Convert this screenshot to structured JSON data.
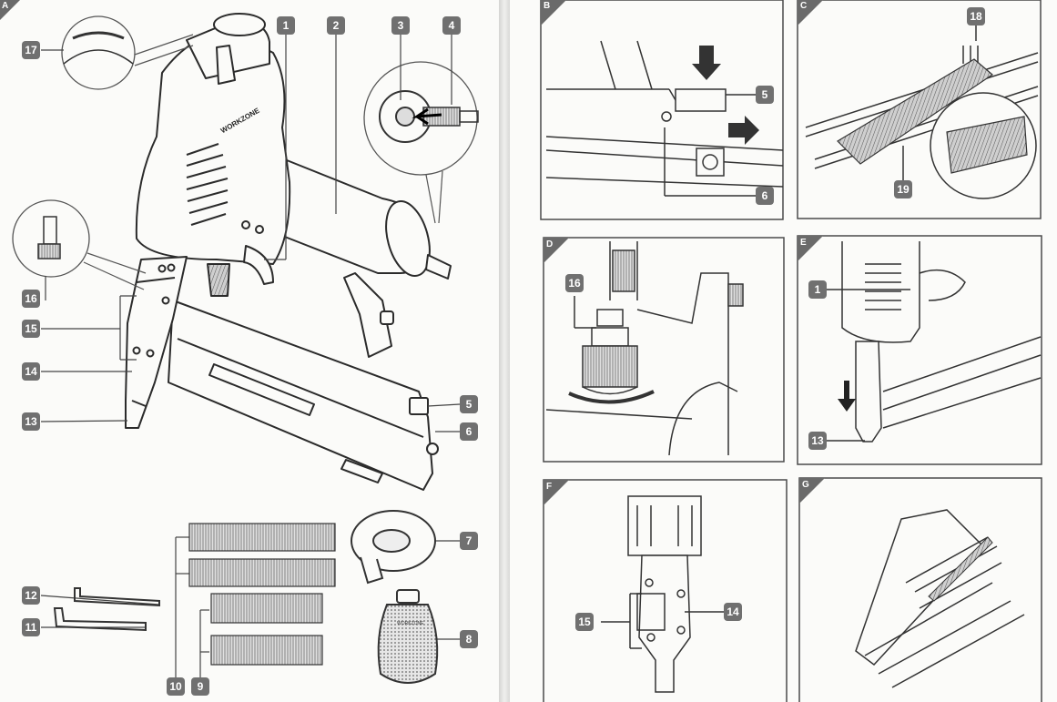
{
  "figure_A": {
    "label": "A",
    "brand_text": "WORKZONE",
    "bottle_brand": "WORKZONE",
    "callouts": [
      "1",
      "2",
      "3",
      "4",
      "5",
      "6",
      "7",
      "8",
      "9",
      "10",
      "11",
      "12",
      "13",
      "14",
      "15",
      "16",
      "17"
    ]
  },
  "figure_B": {
    "label": "B",
    "callouts": [
      "5",
      "6"
    ]
  },
  "figure_C": {
    "label": "C",
    "callouts": [
      "18",
      "19"
    ]
  },
  "figure_D": {
    "label": "D",
    "callouts": [
      "16"
    ]
  },
  "figure_E": {
    "label": "E",
    "callouts": [
      "1",
      "13"
    ]
  },
  "figure_F": {
    "label": "F",
    "callouts": [
      "15",
      "14"
    ]
  },
  "figure_G": {
    "label": "G",
    "callouts": []
  },
  "colors": {
    "callout_bg": "#707070",
    "callout_text": "#ffffff",
    "panel_border": "#4a4a4a",
    "corner_triangle": "#6a6a6a"
  }
}
